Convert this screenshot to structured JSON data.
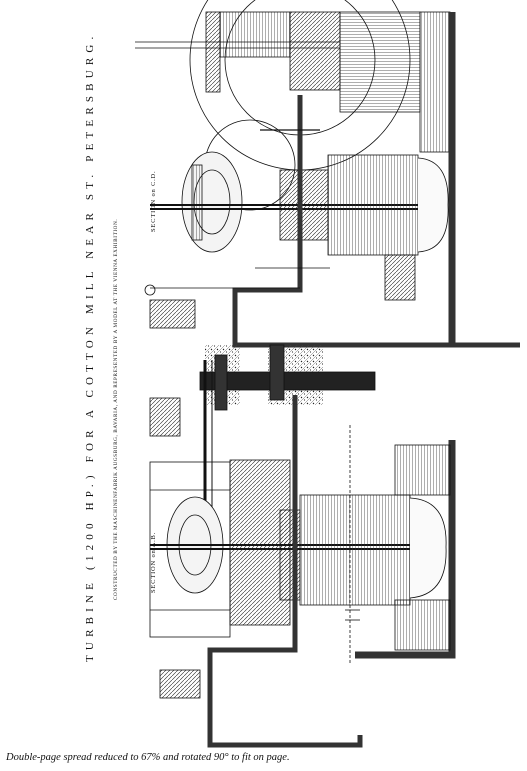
{
  "plate": {
    "title": "TURBINE (1200 HP.) FOR A COTTON MILL NEAR ST. PETERSBURG.",
    "subtitle": "CONSTRUCTED BY THE MASCHINENFABRIK AUGSBURG, BAVARIA, AND REPRESENTED BY A MODEL AT THE VIENNA EXHIBITION.",
    "section_cd": "SECTION on C.D.",
    "section_ab": "SECTION on A.B."
  },
  "caption": "Double-page spread reduced to 67% and rotated 90° to fit on page."
}
